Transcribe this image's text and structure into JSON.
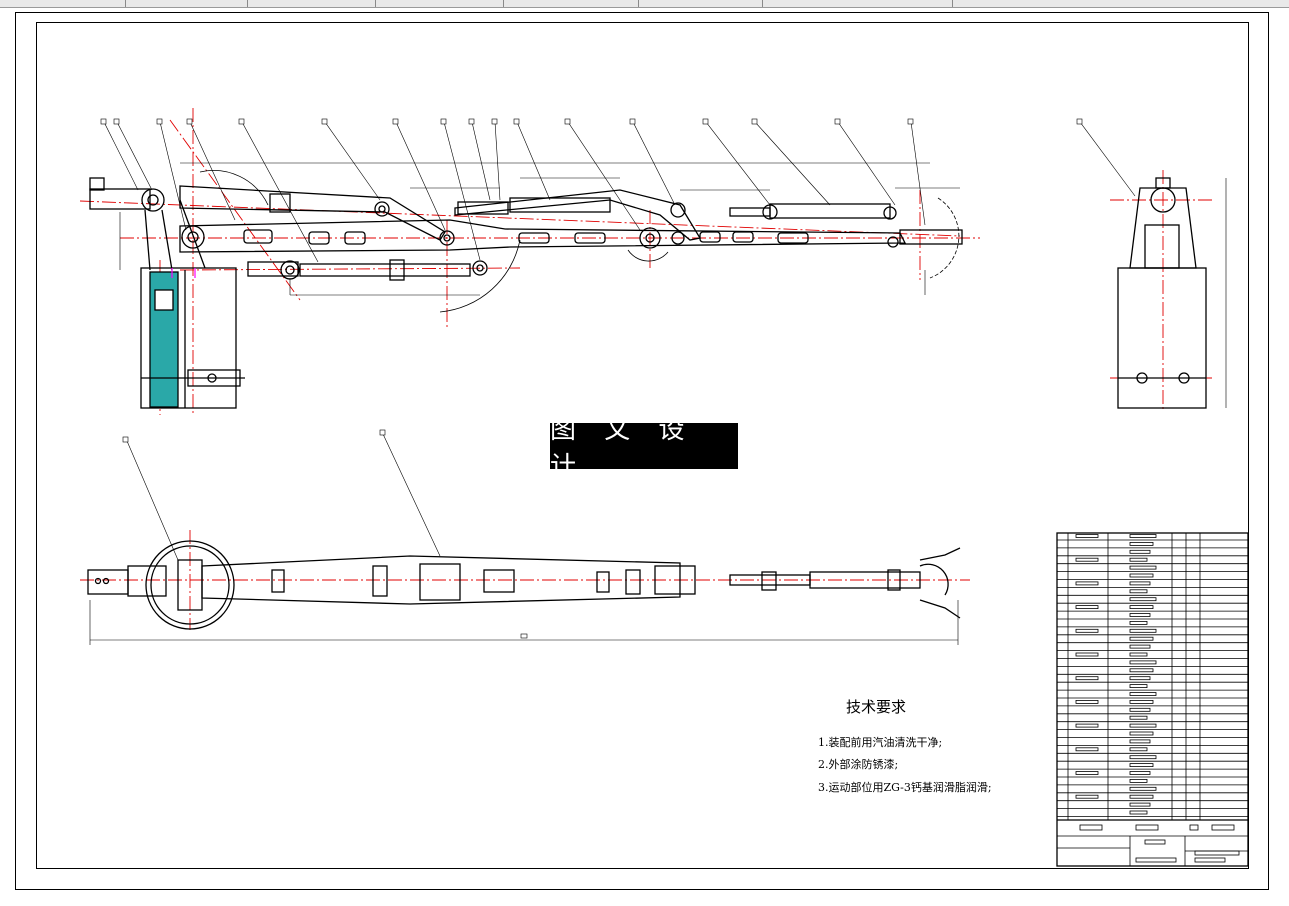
{
  "tabs": [
    {
      "label": ""
    },
    {
      "label": ""
    },
    {
      "label": ""
    },
    {
      "label": ""
    },
    {
      "label": ""
    },
    {
      "label": ""
    },
    {
      "label": ""
    },
    {
      "label": ""
    }
  ],
  "drawing": {
    "watermark_text": "图 文 设 计",
    "tech_requirements": {
      "title": "技术要求",
      "items": [
        "1.装配前用汽油清洗干净;",
        "2.外部涂防锈漆;",
        "3.运动部位用ZG-3钙基润滑脂润滑;"
      ]
    }
  },
  "colors": {
    "line": "#000000",
    "centerline": "#e00000",
    "section_fill": "#2aa8a8",
    "highlight": "#ff00ff"
  }
}
